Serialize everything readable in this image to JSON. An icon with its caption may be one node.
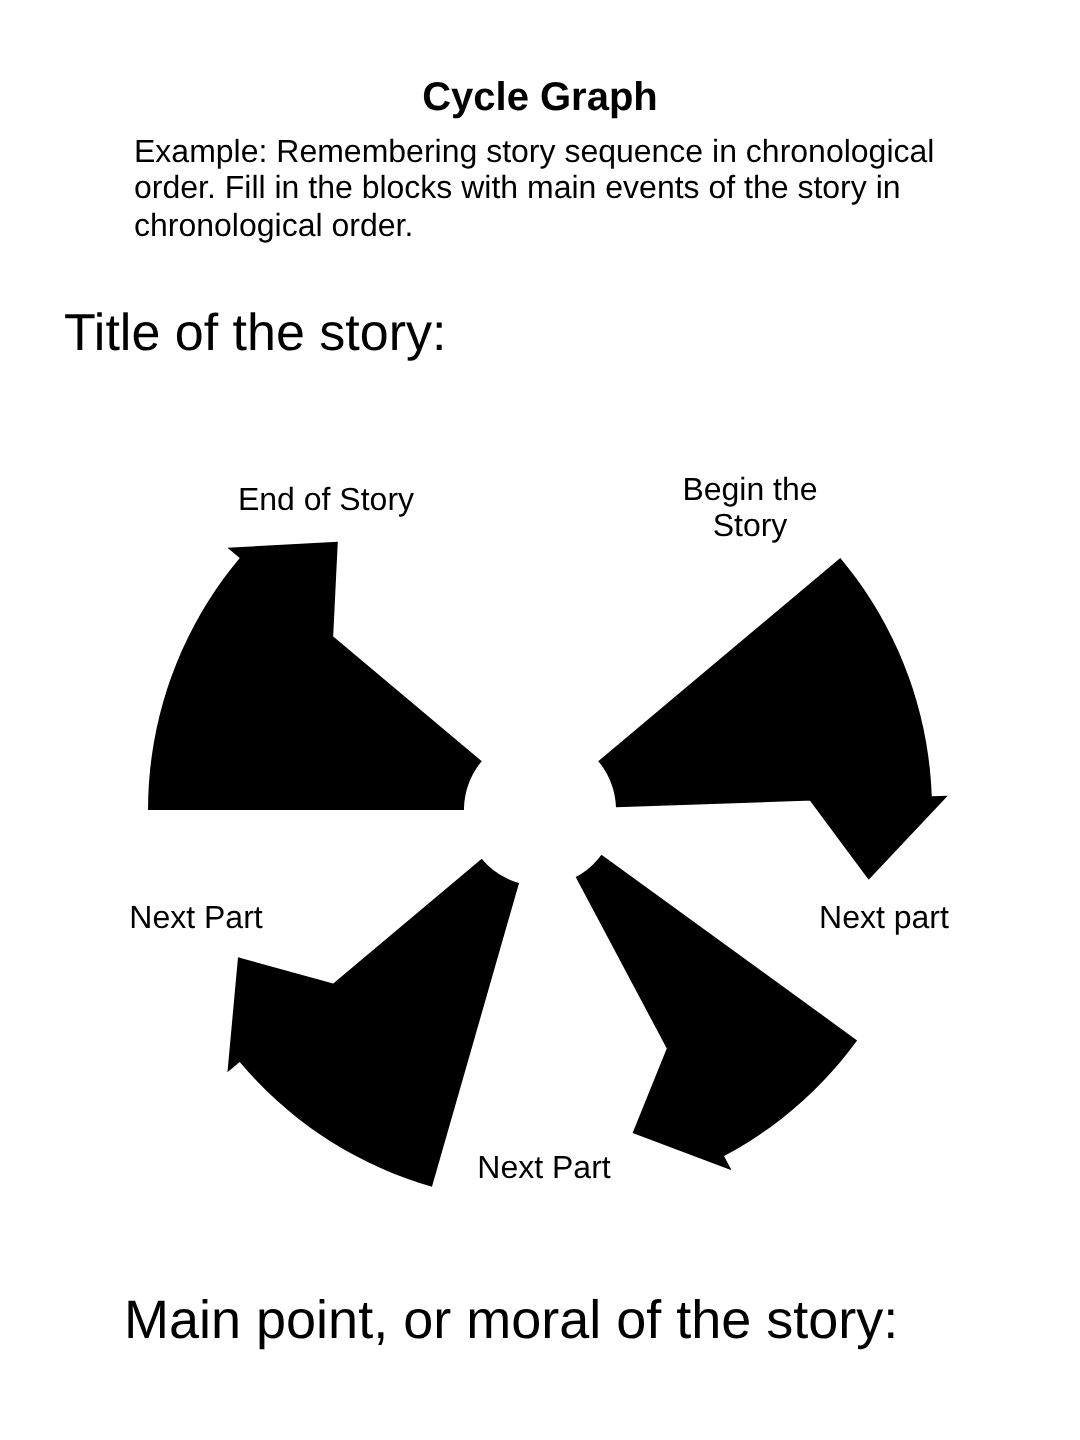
{
  "diagram": {
    "title": "Cycle Graph",
    "nodes": [
      {
        "text": [],
        "shape": "wedge"
      },
      {
        "text": [],
        "shape": "wedge"
      },
      {
        "text": [],
        "shape": "wedge"
      },
      {
        "text": [],
        "shape": "wedge"
      }
    ],
    "labels": [
      "Example: Remembering story sequence in chronological order. Fill in the blocks with main events of the story in chronological order.",
      "Title of the story:",
      "End of Story",
      "Begin the Story",
      "Next Part",
      "Next part",
      "Next Part",
      "Main point, or moral of the story:"
    ]
  }
}
